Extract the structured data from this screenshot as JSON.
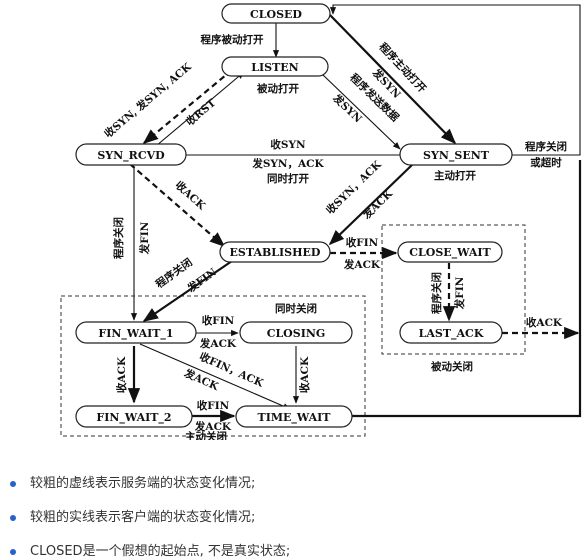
{
  "states": {
    "closed": "CLOSED",
    "listen": "LISTEN",
    "syn_rcvd": "SYN_RCVD",
    "syn_sent": "SYN_SENT",
    "established": "ESTABLISHED",
    "close_wait": "CLOSE_WAIT",
    "last_ack": "LAST_ACK",
    "fin_wait_1": "FIN_WAIT_1",
    "closing": "CLOSING",
    "fin_wait_2": "FIN_WAIT_2",
    "time_wait": "TIME_WAIT"
  },
  "edges": {
    "closed_listen": "程序被动打开",
    "listen_passive": "被动打开",
    "listen_synrcvd_recv": "收SYN, 发SYN, ACK",
    "synrcvd_listen_rst": "收RST",
    "closed_synsent_1": "程序主动打开",
    "closed_synsent_2": "发SYN",
    "listen_synsent_1": "程序发送数据",
    "listen_synsent_2": "发SYN",
    "synsent_synrcvd_1": "收SYN",
    "synsent_synrcvd_2": "发SYN，ACK",
    "synsent_synrcvd_3": "同时打开",
    "synsent_closed_1": "程序关闭",
    "synsent_closed_2": "或超时",
    "synsent_active": "主动打开",
    "synrcvd_est": "收ACK",
    "synsent_est_1": "收SYN，ACK",
    "synsent_est_2": "发ACK",
    "synrcvd_fw1_1": "程序关闭",
    "synrcvd_fw1_2": "发FIN",
    "est_fw1_1": "程序关闭",
    "est_fw1_2": "发FIN",
    "est_cw_1": "收FIN",
    "est_cw_2": "发ACK",
    "cw_la_1": "程序关闭",
    "cw_la_2": "发FIN",
    "la_recv": "收ACK",
    "fw1_closing_1": "收FIN",
    "fw1_closing_2": "发ACK",
    "fw1_tw_1": "收FIN，ACK",
    "fw1_tw_2": "发ACK",
    "fw1_fw2": "收ACK",
    "closing_tw": "收ACK",
    "fw2_tw_1": "收FIN",
    "fw2_tw_2": "发ACK"
  },
  "regions": {
    "simultaneous_close": "同时关闭",
    "active_close": "主动关闭",
    "passive_close": "被动关闭"
  },
  "notes": [
    "较粗的虚线表示服务端的状态变化情况;",
    "较粗的实线表示客户端的状态变化情况;",
    "CLOSED是一个假想的起始点, 不是真实状态;"
  ],
  "colors": {
    "bullet": "#2563c9",
    "line": "#111111",
    "note_text": "#333333"
  }
}
